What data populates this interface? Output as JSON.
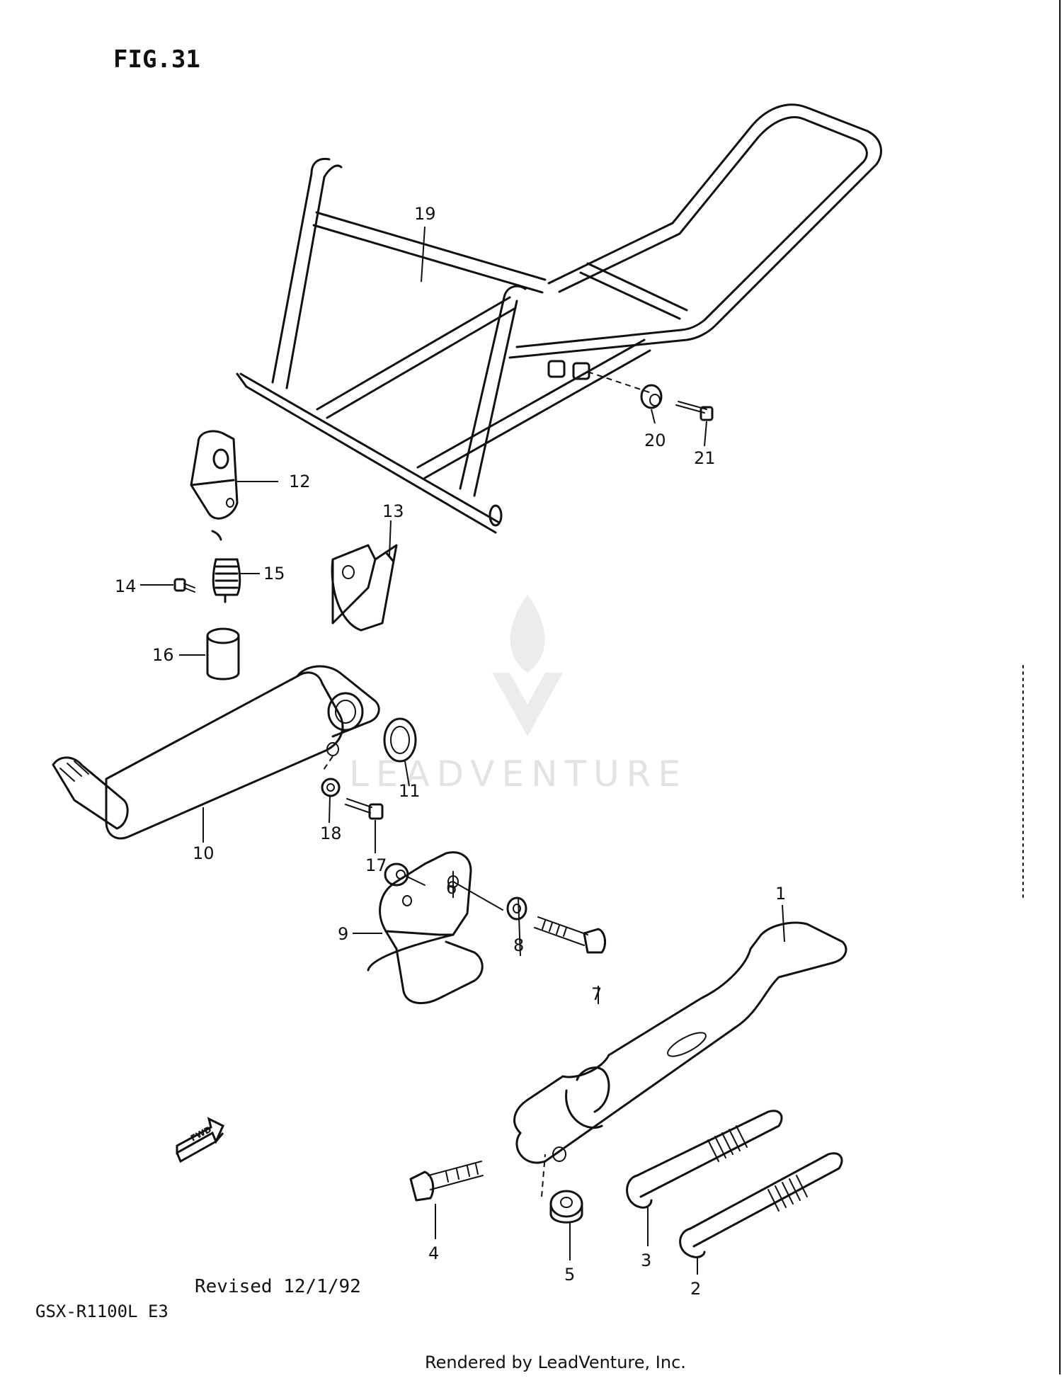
{
  "figure": {
    "title": "FIG.31",
    "model": "GSX-R1100L E3",
    "revised": "Revised 12/1/92",
    "footer": "Rendered by LeadVenture, Inc.",
    "watermark": "LEADVENTURE"
  },
  "callouts": [
    {
      "id": "1",
      "label": "1"
    },
    {
      "id": "2",
      "label": "2"
    },
    {
      "id": "3",
      "label": "3"
    },
    {
      "id": "4",
      "label": "4"
    },
    {
      "id": "5",
      "label": "5"
    },
    {
      "id": "6",
      "label": "6"
    },
    {
      "id": "7",
      "label": "7"
    },
    {
      "id": "8",
      "label": "8"
    },
    {
      "id": "9",
      "label": "9"
    },
    {
      "id": "10",
      "label": "10"
    },
    {
      "id": "11",
      "label": "11"
    },
    {
      "id": "12",
      "label": "12"
    },
    {
      "id": "13",
      "label": "13"
    },
    {
      "id": "14",
      "label": "14"
    },
    {
      "id": "15",
      "label": "15"
    },
    {
      "id": "16",
      "label": "16"
    },
    {
      "id": "17",
      "label": "17"
    },
    {
      "id": "18",
      "label": "18"
    },
    {
      "id": "19",
      "label": "19"
    },
    {
      "id": "20",
      "label": "20"
    },
    {
      "id": "21",
      "label": "21"
    }
  ],
  "fwd_arrow": {
    "label": "FWD",
    "icon": "fwd-arrow-icon"
  }
}
